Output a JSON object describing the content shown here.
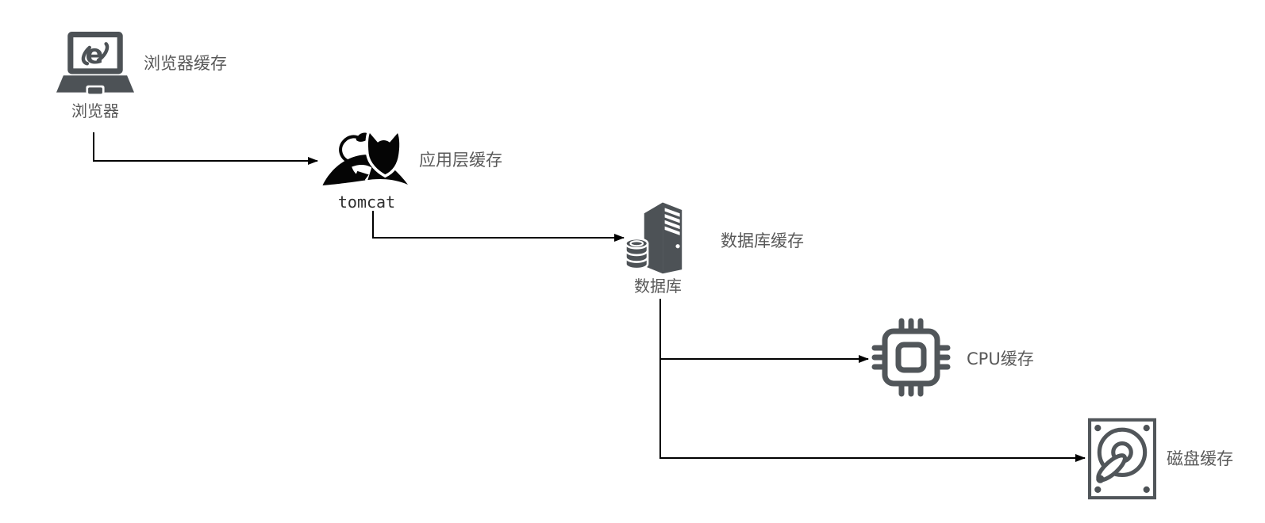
{
  "diagram": {
    "description": "Multi-level cache architecture flow diagram",
    "nodes": {
      "browser": {
        "label": "浏览器",
        "cache_label": "浏览器缓存",
        "icon": "browser-laptop-icon"
      },
      "tomcat": {
        "label": "tomcat",
        "cache_label": "应用层缓存",
        "icon": "tomcat-cat-icon"
      },
      "database": {
        "label": "数据库",
        "cache_label": "数据库缓存",
        "icon": "database-server-icon"
      },
      "cpu": {
        "cache_label": "CPU缓存",
        "icon": "cpu-chip-icon"
      },
      "disk": {
        "cache_label": "磁盘缓存",
        "icon": "hard-disk-icon"
      }
    },
    "edges": [
      {
        "from": "browser",
        "to": "tomcat"
      },
      {
        "from": "tomcat",
        "to": "database"
      },
      {
        "from": "database",
        "to": "cpu"
      },
      {
        "from": "database",
        "to": "disk"
      }
    ]
  },
  "colors": {
    "background": "#ffffff",
    "icon_gray": "#4d5256",
    "icon_black": "#050505",
    "outline_gray": "#51565a",
    "label_gray": "#595959",
    "arrow": "#000000"
  }
}
